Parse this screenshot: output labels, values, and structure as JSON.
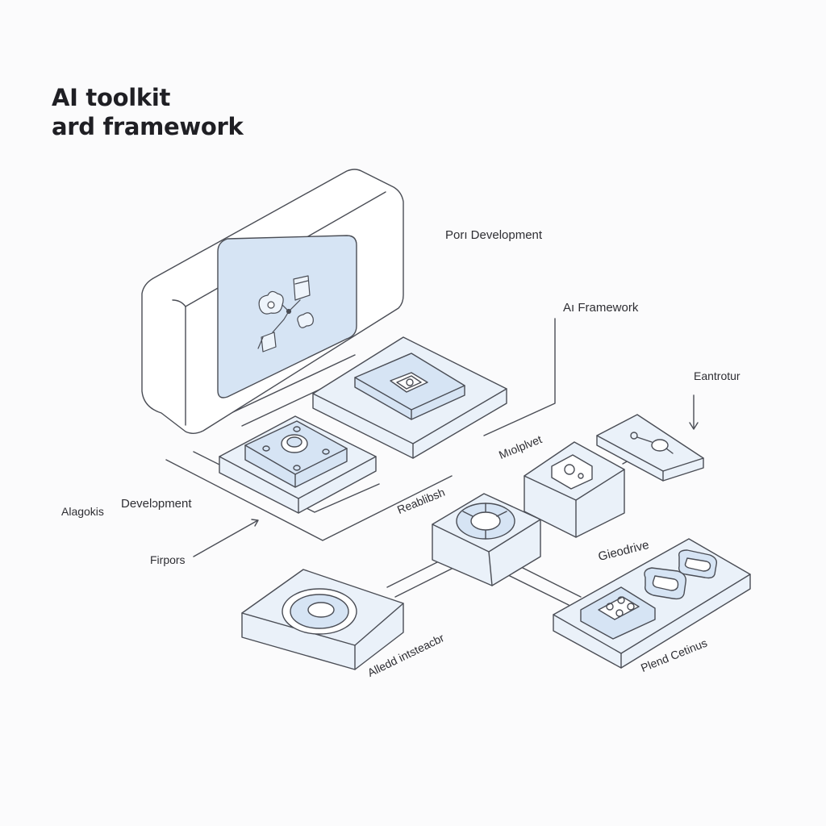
{
  "title": {
    "line1": "AI toolkit",
    "line2": "ard framework"
  },
  "labels": {
    "top_development": "Porı Development",
    "ai_framework": "Aı Framework",
    "eantrotur": "Eantrotur",
    "miolplvet": "Mıolplvet",
    "alagokis": "Alagokis",
    "development": "Develɔpment",
    "reablibsh": "Reablibsh",
    "firpors": "Firpors",
    "gieodrive": "Gieodrive",
    "alledd_intsteacbr": "Alledd intsteacbr",
    "plend_cetinus": "Plend Cetinus"
  },
  "colors": {
    "accent_fill": "#dde8f5",
    "screen_fill": "#d6e4f4",
    "stroke": "#4a4d55",
    "text": "#2e2e33"
  }
}
